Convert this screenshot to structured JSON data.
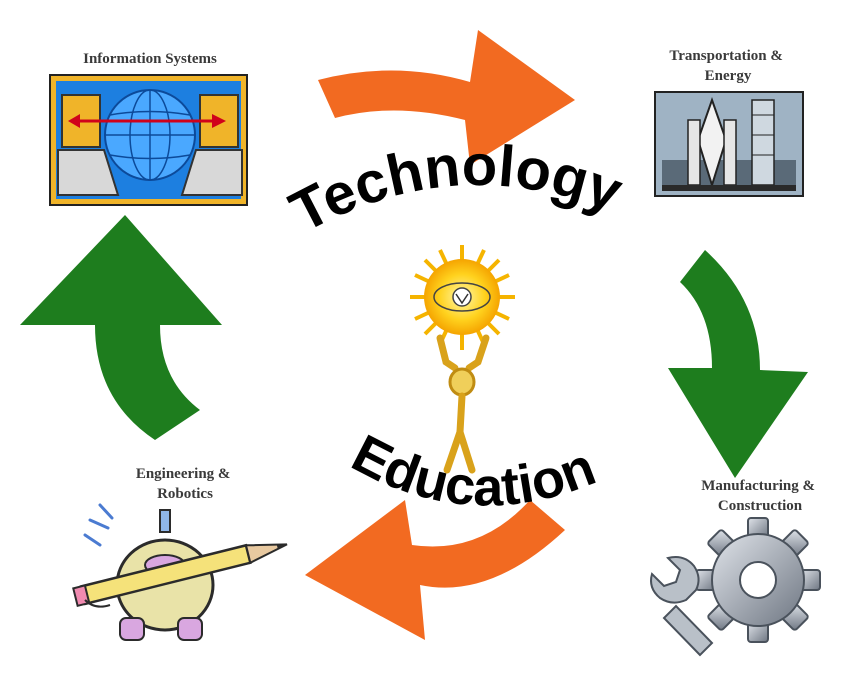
{
  "center": {
    "top_word": "Technology",
    "bottom_word": "Education"
  },
  "nodes": {
    "information_systems": {
      "label": "Information Systems"
    },
    "transportation": {
      "line1": "Transportation &",
      "line2": "Energy"
    },
    "manufacturing": {
      "line1": "Manufacturing &",
      "line2": "Construction"
    },
    "engineering": {
      "line1": "Engineering &",
      "line2": "Robotics"
    }
  },
  "arrow_colors": {
    "orange": "#f26a21",
    "green": "#1e7d1e"
  },
  "icons": {
    "information_systems": "networked-laptops-globe-icon",
    "transportation": "space-shuttle-icon",
    "manufacturing": "gear-wrench-icon",
    "engineering": "robot-with-pencil-icon",
    "center": "figure-holding-sun-icon"
  }
}
